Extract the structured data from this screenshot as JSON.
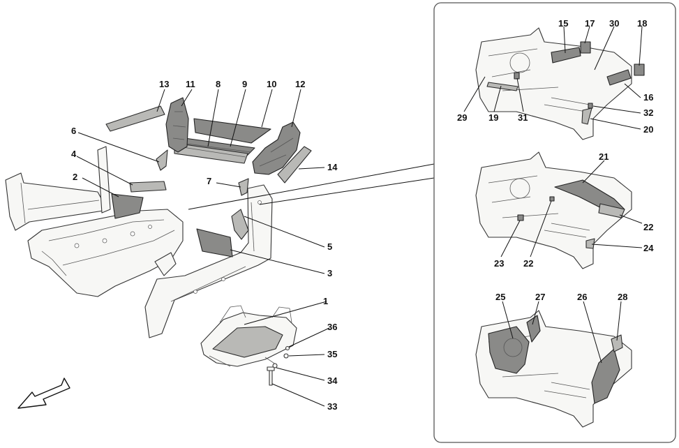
{
  "callouts": {
    "c1": "1",
    "c2": "2",
    "c3": "3",
    "c4": "4",
    "c5": "5",
    "c6": "6",
    "c7": "7",
    "c8": "8",
    "c9": "9",
    "c10": "10",
    "c11": "11",
    "c12": "12",
    "c13": "13",
    "c14": "14",
    "c15": "15",
    "c16": "16",
    "c17": "17",
    "c18": "18",
    "c19": "19",
    "c20": "20",
    "c21": "21",
    "c22a": "22",
    "c22b": "22",
    "c23": "23",
    "c24": "24",
    "c25": "25",
    "c26": "26",
    "c27": "27",
    "c28": "28",
    "c29": "29",
    "c30": "30",
    "c31": "31",
    "c32": "32",
    "c33": "33",
    "c34": "34",
    "c35": "35",
    "c36": "36"
  },
  "icons": {
    "direction": "front-direction-arrow-icon"
  }
}
